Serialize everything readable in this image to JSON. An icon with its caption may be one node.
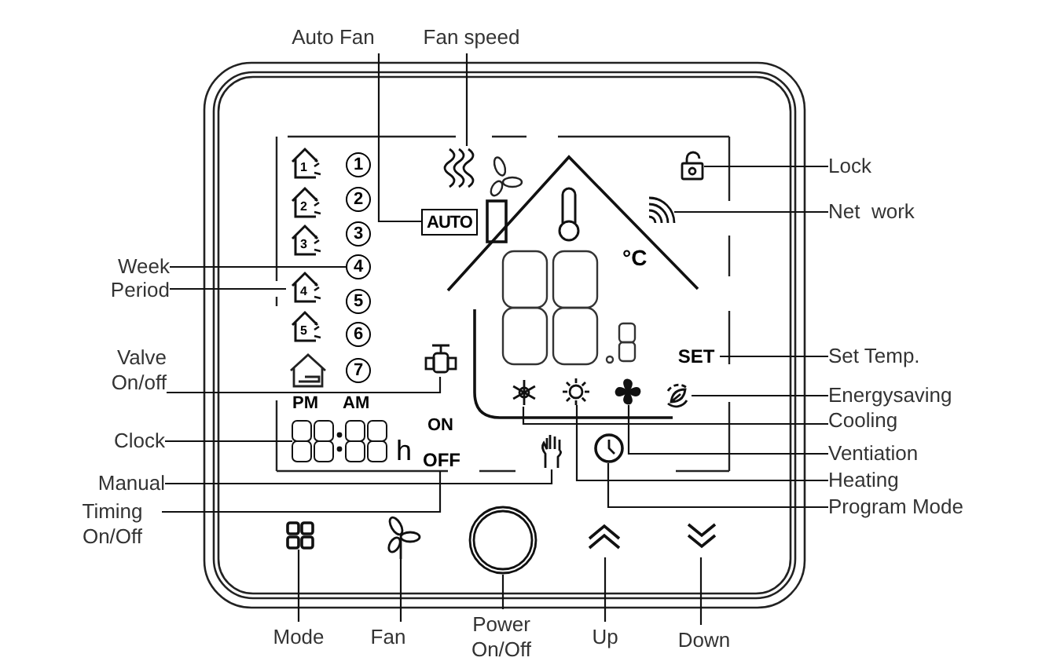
{
  "diagram": {
    "nodes": [
      {
        "text": [
          "Auto Fan"
        ]
      },
      {
        "text": [
          "Fan speed"
        ]
      },
      {
        "text": [
          "Lock"
        ]
      },
      {
        "text": [
          "Net  work"
        ]
      },
      {
        "text": [
          "Week"
        ]
      },
      {
        "text": [
          "Period"
        ]
      },
      {
        "text": [
          "Set Temp."
        ]
      },
      {
        "text": [
          "Valve On/off"
        ]
      },
      {
        "text": [
          "Energysaving"
        ]
      },
      {
        "text": [
          "Clock"
        ]
      },
      {
        "text": [
          "Cooling"
        ]
      },
      {
        "text": [
          "Ventiation"
        ]
      },
      {
        "text": [
          "Manual"
        ]
      },
      {
        "text": [
          "Heating"
        ]
      },
      {
        "text": [
          "Timing On/Off"
        ]
      },
      {
        "text": [
          "Program Mode"
        ]
      },
      {
        "text": [
          "Mode"
        ]
      },
      {
        "text": [
          "Fan"
        ]
      },
      {
        "text": [
          "Power On/Off"
        ]
      },
      {
        "text": [
          "Up"
        ]
      },
      {
        "text": [
          "Down"
        ]
      },
      {
        "text": [
          "AUTO"
        ]
      },
      {
        "text": [],
        "shape": "picture"
      },
      {
        "text": [],
        "shape": "picture"
      },
      {
        "text": [],
        "shape": "picture"
      },
      {
        "text": [
          "4"
        ]
      },
      {
        "text": [
          "4"
        ]
      },
      {
        "text": [
          "SET"
        ]
      },
      {
        "text": [],
        "shape": "picture"
      },
      {
        "text": [],
        "shape": "picture"
      },
      {
        "text": [],
        "shape": "picture"
      },
      {
        "text": [],
        "shape": "picture"
      },
      {
        "text": [],
        "shape": "picture"
      },
      {
        "text": [],
        "shape": "picture"
      },
      {
        "text": [],
        "shape": "picture"
      },
      {
        "text": [
          "OFF"
        ]
      },
      {
        "text": [],
        "shape": "picture"
      },
      {
        "text": [],
        "shape": "picture"
      },
      {
        "text": [],
        "shape": "picture"
      },
      {
        "text": [],
        "shape": "circle"
      },
      {
        "text": [],
        "shape": "picture"
      },
      {
        "text": [],
        "shape": "picture"
      },
      {
        "text": [
          "1"
        ]
      },
      {
        "text": [
          "2"
        ]
      },
      {
        "text": [
          "3"
        ]
      },
      {
        "text": [
          "5"
        ]
      },
      {
        "text": [
          "6"
        ]
      },
      {
        "text": [
          "7"
        ]
      },
      {
        "text": [
          "1"
        ]
      },
      {
        "text": [
          "2"
        ]
      },
      {
        "text": [
          "3"
        ]
      },
      {
        "text": [
          "5"
        ]
      }
    ],
    "edges": [
      {
        "from": 0,
        "to": 21,
        "arrow": "none"
      },
      {
        "from": 1,
        "to": 22,
        "arrow": "none"
      },
      {
        "from": 2,
        "to": 23,
        "arrow": "none"
      },
      {
        "from": 3,
        "to": 24,
        "arrow": "none"
      },
      {
        "from": 4,
        "to": 25,
        "arrow": "none"
      },
      {
        "from": 5,
        "to": 26,
        "arrow": "none"
      },
      {
        "from": 6,
        "to": 27,
        "arrow": "none"
      },
      {
        "from": 7,
        "to": 28,
        "arrow": "none"
      },
      {
        "from": 8,
        "to": 29,
        "arrow": "none"
      },
      {
        "from": 9,
        "to": 30,
        "arrow": "none"
      },
      {
        "from": 10,
        "to": 31,
        "arrow": "none"
      },
      {
        "from": 11,
        "to": 32,
        "arrow": "none"
      },
      {
        "from": 12,
        "to": 33,
        "arrow": "none"
      },
      {
        "from": 13,
        "to": 34,
        "arrow": "none"
      },
      {
        "from": 14,
        "to": 35,
        "arrow": "none"
      },
      {
        "from": 15,
        "to": 36,
        "arrow": "none"
      },
      {
        "from": 16,
        "to": 37,
        "arrow": "none"
      },
      {
        "from": 17,
        "to": 38,
        "arrow": "none"
      },
      {
        "from": 18,
        "to": 39,
        "arrow": "none"
      },
      {
        "from": 19,
        "to": 40,
        "arrow": "none"
      },
      {
        "from": 20,
        "to": 41,
        "arrow": "none"
      }
    ],
    "labels": [
      "°C",
      "PM",
      "AM",
      "ON",
      "h"
    ]
  }
}
